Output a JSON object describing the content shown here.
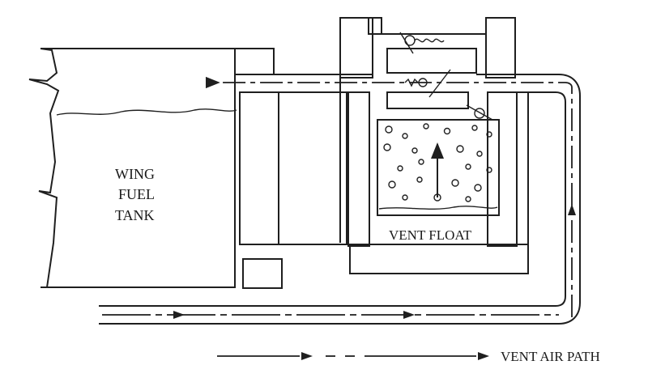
{
  "labels": {
    "tank_line1": "WING",
    "tank_line2": "FUEL",
    "tank_line3": "TANK",
    "vent_float": "VENT FLOAT",
    "legend": "VENT AIR PATH"
  },
  "colors": {
    "ink": "#1f1f1f",
    "paper": "#ffffff"
  }
}
